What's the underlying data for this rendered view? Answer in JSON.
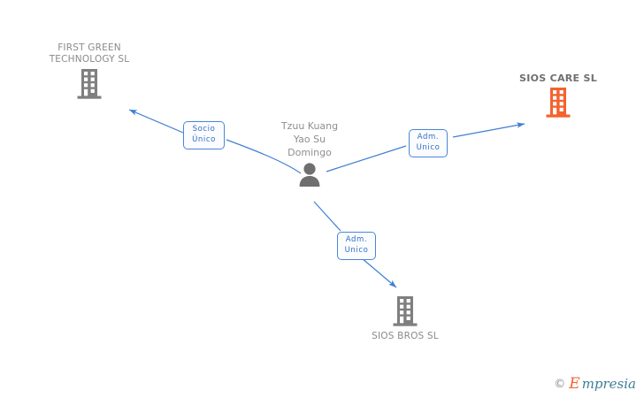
{
  "diagram": {
    "type": "corporate-relationship-graph",
    "background_color": "#ffffff",
    "accent_color": "#4a86d8",
    "focus_color": "#f4622e",
    "neutral_color": "#7f7f7f"
  },
  "person": {
    "name": "Tzuu Kuang\nYao Su\nDomingo",
    "icon": "person-icon"
  },
  "companies": [
    {
      "id": "first-green",
      "label": "FIRST GREEN\nTECHNOLOGY SL",
      "icon": "building-icon",
      "color": "#7f7f7f",
      "focus": false,
      "label_position": "above"
    },
    {
      "id": "sios-care",
      "label": "SIOS CARE SL",
      "icon": "building-icon",
      "color": "#f4622e",
      "focus": true,
      "label_position": "above"
    },
    {
      "id": "sios-bros",
      "label": "SIOS BROS  SL",
      "icon": "building-icon",
      "color": "#7f7f7f",
      "focus": false,
      "label_position": "below"
    }
  ],
  "relations": [
    {
      "id": "rel-first-green",
      "label": "Socio\nÚnico",
      "from": "person",
      "to": "first-green"
    },
    {
      "id": "rel-sios-care",
      "label": "Adm.\nUnico",
      "from": "person",
      "to": "sios-care"
    },
    {
      "id": "rel-sios-bros",
      "label": "Adm.\nUnico",
      "from": "person",
      "to": "sios-bros"
    }
  ],
  "watermark": {
    "copyright": "©",
    "brand_initial": "E",
    "brand_rest": "mpresia"
  }
}
